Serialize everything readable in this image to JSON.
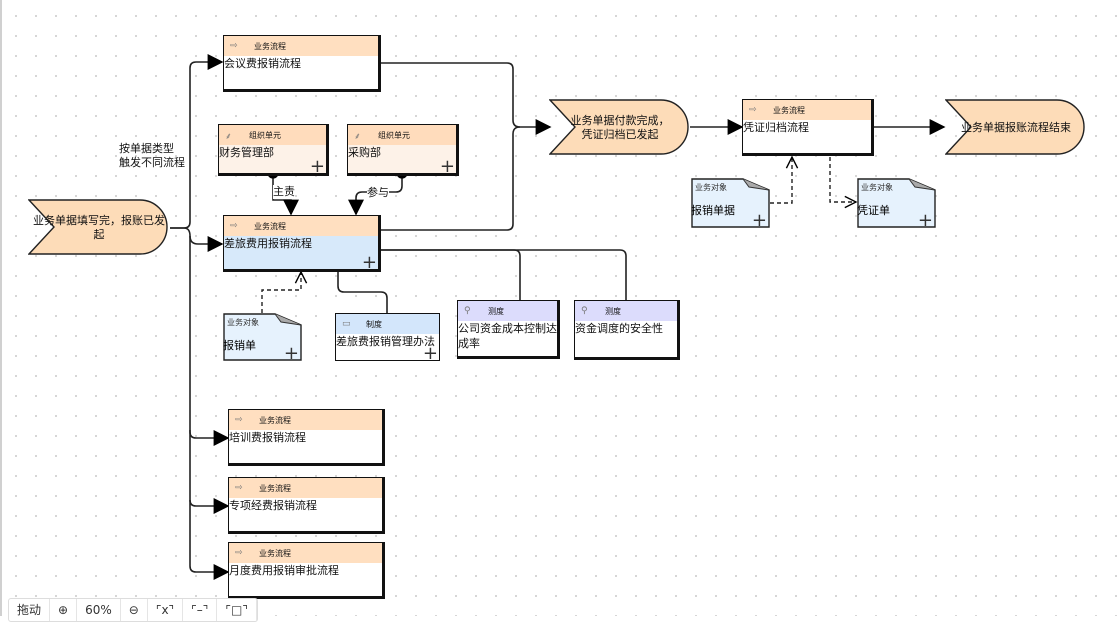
{
  "diagram": {
    "events": {
      "start": "业务单据填写完，报账已发起",
      "mid": "业务单据付款完成，\n凭证归档已发起",
      "end": "业务单据报账流程结束"
    },
    "type_labels": {
      "process": "业务流程",
      "org": "组织单元",
      "object": "业务对象",
      "measure": "测度",
      "rule": "制度"
    },
    "processes": {
      "meeting": "会议费报销流程",
      "travel": "差旅费用报销流程",
      "training": "培训费报销流程",
      "special": "专项经费报销流程",
      "monthly": "月度费用报销审批流程",
      "archive": "凭证归档流程"
    },
    "orgs": {
      "finance": "财务管理部",
      "purchase": "采购部"
    },
    "objects": {
      "expense_form": "报销单",
      "expense_doc": "报销单据",
      "voucher": "凭证单"
    },
    "measures": {
      "cost_control": "公司资金成本控制达成率",
      "fund_safety": "资金调度的安全性"
    },
    "rules": {
      "travel_policy": "差旅费报销管理办法"
    },
    "link_labels": {
      "trigger": "按单据类型\n触发不同流程",
      "primary": "主责",
      "participate": "参与"
    }
  },
  "toolbar": {
    "drag": "拖动",
    "zoom_in": "⊕",
    "zoom_level": "60%",
    "zoom_out": "⊖",
    "fit_x": "⌜x⌝",
    "fit_h": "⌜–⌝",
    "fit_all": "⌜□⌝"
  }
}
